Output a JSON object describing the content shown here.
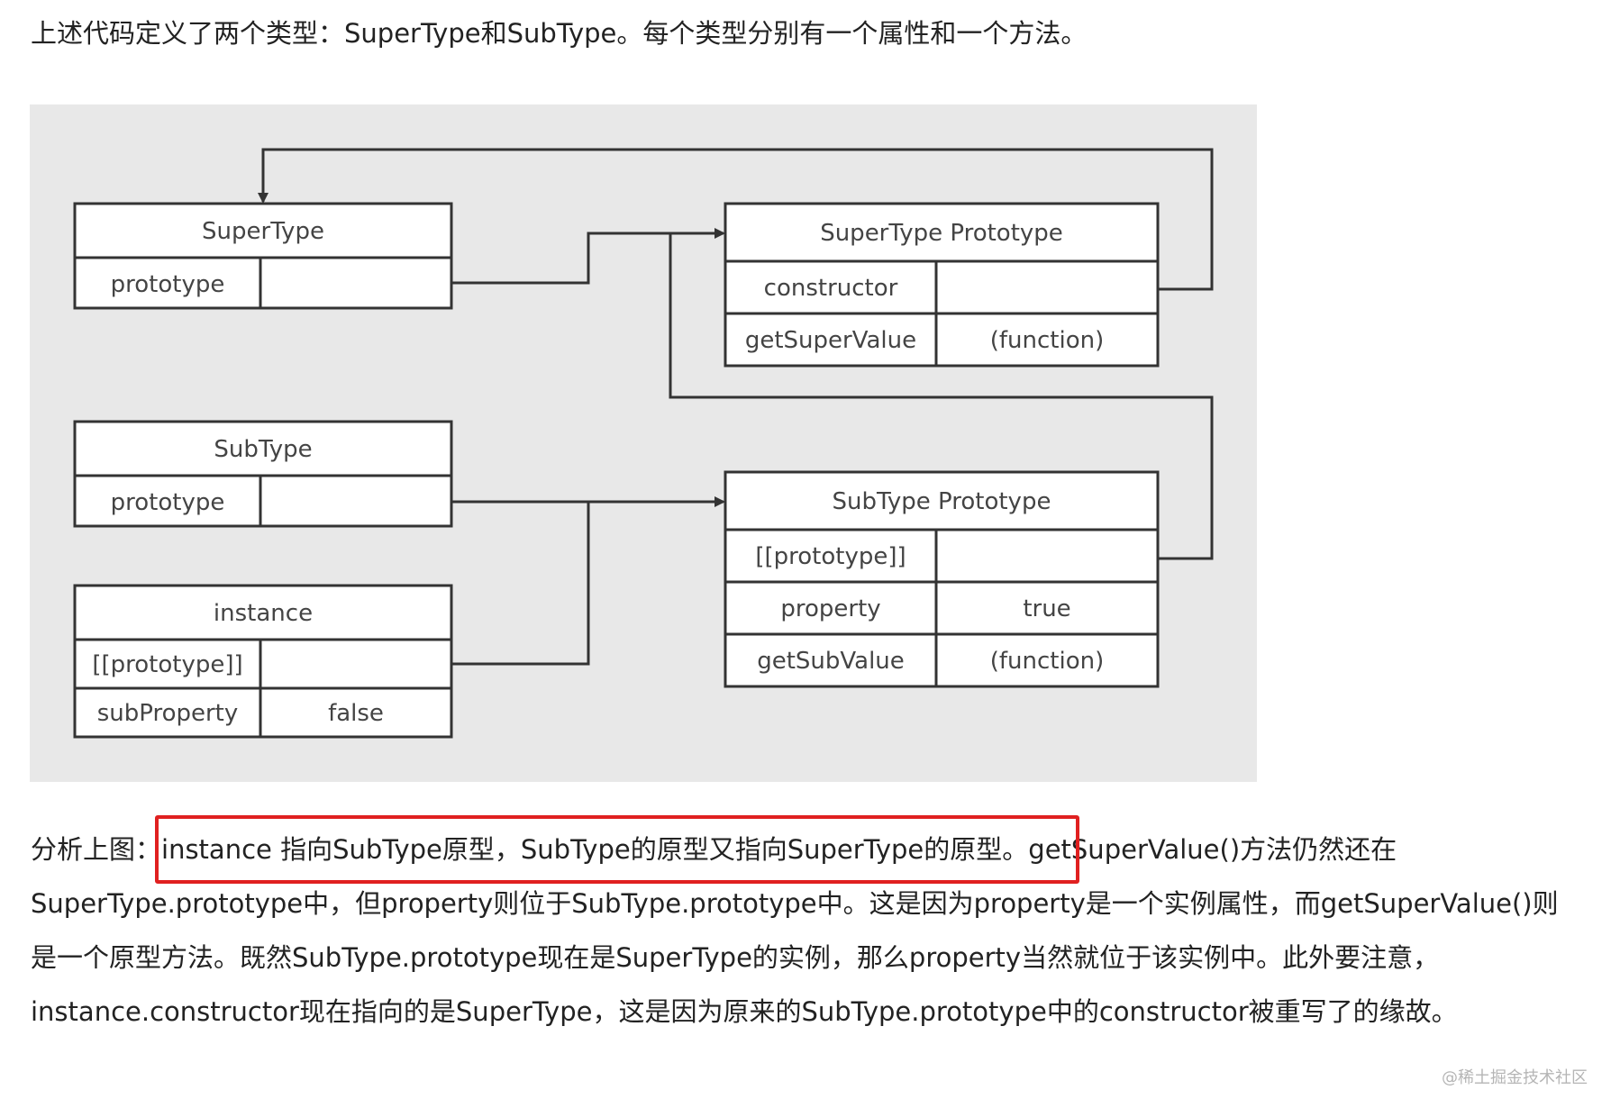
{
  "intro_text": "上述代码定义了两个类型：SuperType和SubType。每个类型分别有一个属性和一个方法。",
  "diagram": {
    "supertype": {
      "title": "SuperType",
      "row_key": "prototype"
    },
    "supertype_prototype": {
      "title": "SuperType Prototype",
      "rows": [
        {
          "key": "constructor",
          "value": ""
        },
        {
          "key": "getSuperValue",
          "value": "(function)"
        }
      ]
    },
    "subtype": {
      "title": "SubType",
      "row_key": "prototype"
    },
    "subtype_prototype": {
      "title": "SubType Prototype",
      "rows": [
        {
          "key": "[[prototype]]",
          "value": ""
        },
        {
          "key": "property",
          "value": "true"
        },
        {
          "key": "getSubValue",
          "value": "(function)"
        }
      ]
    },
    "instance": {
      "title": "instance",
      "rows": [
        {
          "key": "[[prototype]]",
          "value": ""
        },
        {
          "key": "subProperty",
          "value": "false"
        }
      ]
    }
  },
  "analysis": {
    "prefix": "分析上图：",
    "highlighted": "instance 指向SubType原型，SubType的原型又指向SuperType的原型。",
    "rest": "getSuperValue()方法仍然还在SuperType.prototype中，但property则位于SubType.prototype中。这是因为property是一个实例属性，而getSuperValue()则是一个原型方法。既然SubType.prototype现在是SuperType的实例，那么property当然就位于该实例中。此外要注意，instance.constructor现在指向的是SuperType，这是因为原来的SubType.prototype中的constructor被重写了的缘故。"
  },
  "watermark": "@稀土掘金技术社区",
  "colors": {
    "highlight_border": "#e02020",
    "diagram_bg": "#e8e8e8"
  }
}
